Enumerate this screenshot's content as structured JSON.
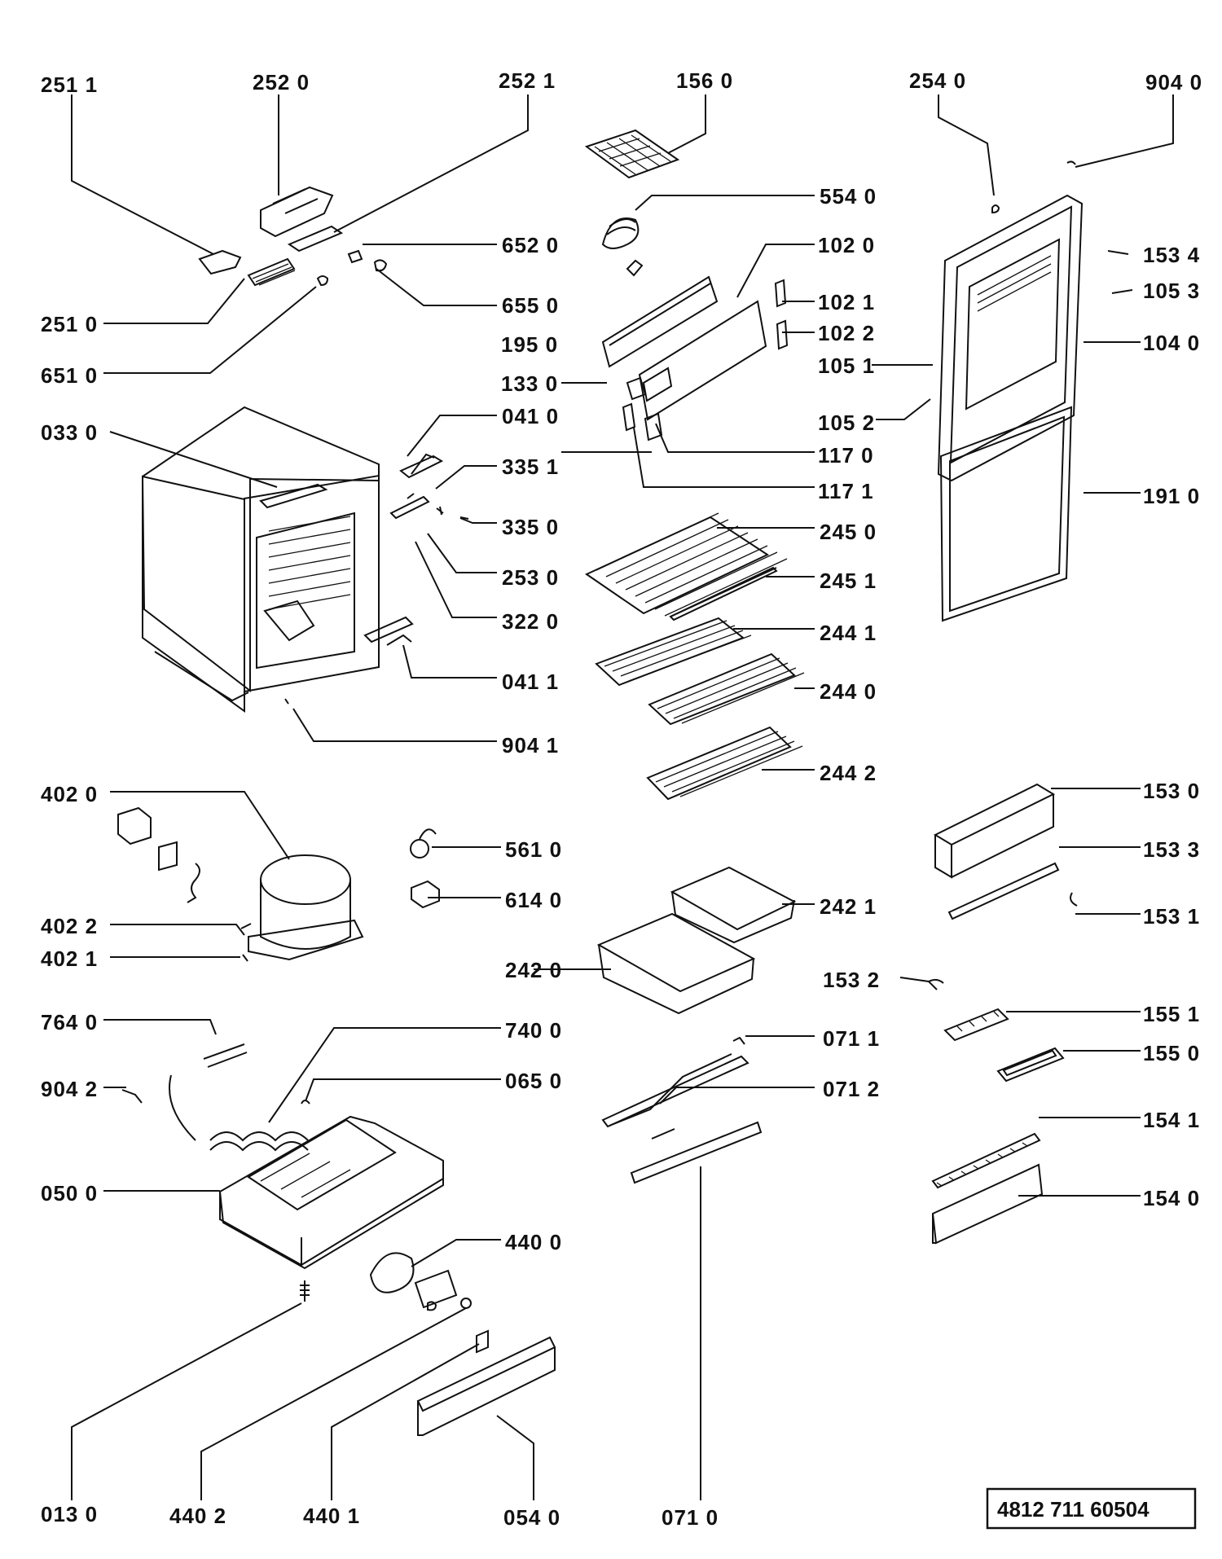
{
  "diagram": {
    "reference": "4812 711 60504",
    "labels": {
      "l2511": "251 1",
      "l2520": "252 0",
      "l2521": "252 1",
      "l1560": "156 0",
      "l2540": "254 0",
      "l9040": "904 0",
      "l5540": "554 0",
      "l6520": "652 0",
      "l1020": "102 0",
      "l1534": "153 4",
      "l1021": "102 1",
      "l1053": "105 3",
      "l6550": "655 0",
      "l2510": "251 0",
      "l1022": "102 2",
      "l1950": "195 0",
      "l1040": "104 0",
      "l6510": "651 0",
      "l1051": "105 1",
      "l1330": "133 0",
      "l0330": "033 0",
      "l0410": "041 0",
      "l1052": "105 2",
      "l1170": "117 0",
      "l3351": "335 1",
      "l1171": "117 1",
      "l1910": "191 0",
      "l3350": "335 0",
      "l2450": "245 0",
      "l2530": "253 0",
      "l2451": "245 1",
      "l3220": "322 0",
      "l2441": "244 1",
      "l0411": "041 1",
      "l2440": "244 0",
      "l9041": "904 1",
      "l2442": "244 2",
      "l4020": "402 0",
      "l1530": "153 0",
      "l5610": "561 0",
      "l1533": "153 3",
      "l6140": "614 0",
      "l2421": "242 1",
      "l4022": "402 2",
      "l1531": "153 1",
      "l4021": "402 1",
      "l2420": "242 0",
      "l1532": "153 2",
      "l1551": "155 1",
      "l7640": "764 0",
      "l7400": "740 0",
      "l0711": "071 1",
      "l1550": "155 0",
      "l9042": "904 2",
      "l0650": "065 0",
      "l0712": "071 2",
      "l1541": "154 1",
      "l0500": "050 0",
      "l1540": "154 0",
      "l4400": "440 0",
      "l0130": "013 0",
      "l4402": "440 2",
      "l4401": "440 1",
      "l0540": "054 0",
      "l0710": "071 0"
    }
  }
}
